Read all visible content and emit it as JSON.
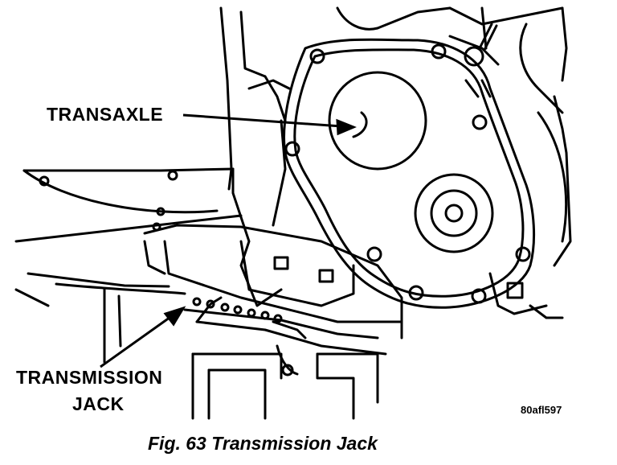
{
  "figure": {
    "labels": {
      "transaxle": "TRANSAXLE",
      "jack_line1": "TRANSMISSION",
      "jack_line2": "JACK"
    },
    "code": "80afl597",
    "caption": "Fig. 63 Transmission Jack"
  },
  "colors": {
    "line": "#000000",
    "background": "#ffffff"
  }
}
